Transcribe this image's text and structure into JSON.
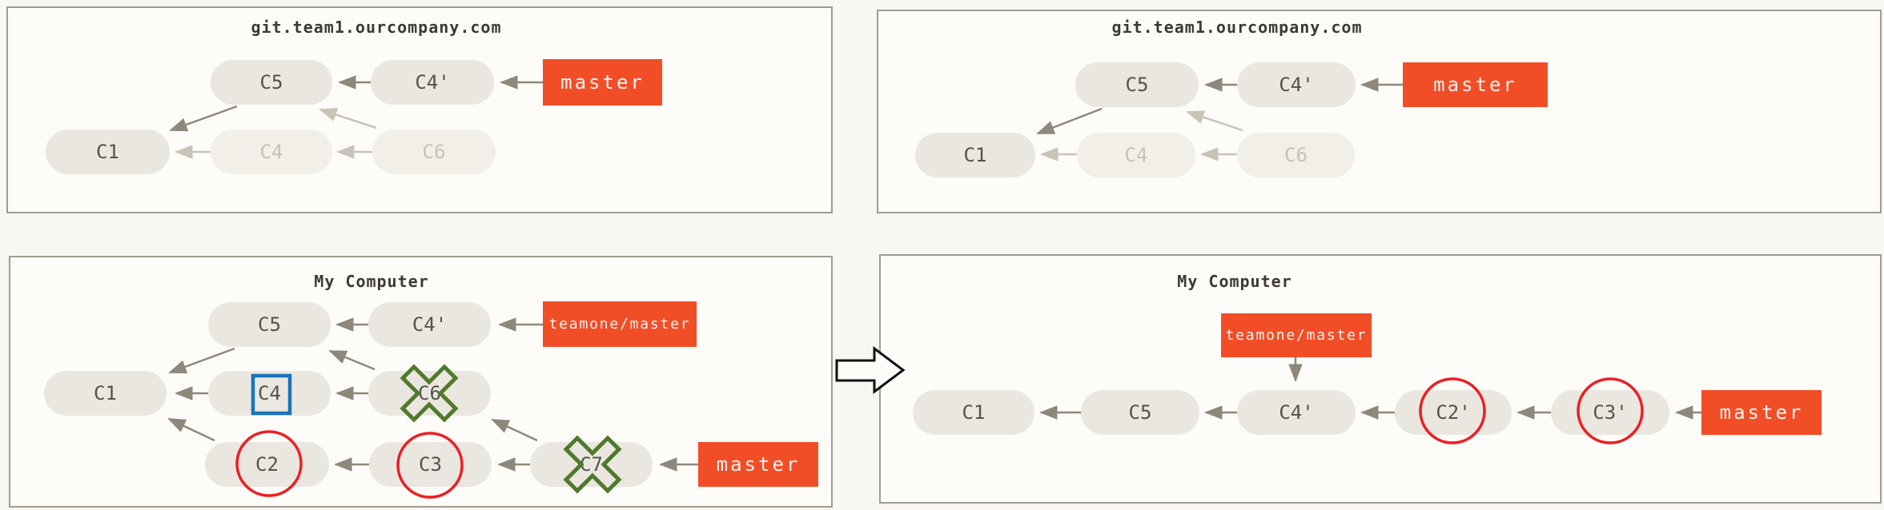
{
  "colors": {
    "accent_orange": "#f14e28",
    "annotation_red": "#ee1d23",
    "annotation_blue": "#1a72bd",
    "annotation_green": "#4f7a2b",
    "arrow_dark": "#8e887b",
    "arrow_faded": "#c9c4b8",
    "node_fill": "#e9e7df"
  },
  "panels": {
    "server_before": {
      "title": "git.team1.ourcompany.com",
      "nodes": {
        "c5": "C5",
        "c4p": "C4'",
        "c1": "C1",
        "c4": "C4",
        "c6": "C6"
      },
      "badges": {
        "master": "master"
      }
    },
    "server_after": {
      "title": "git.team1.ourcompany.com",
      "nodes": {
        "c5": "C5",
        "c4p": "C4'",
        "c1": "C1",
        "c4": "C4",
        "c6": "C6"
      },
      "badges": {
        "master": "master"
      }
    },
    "local_before": {
      "title": "My Computer",
      "nodes": {
        "c5": "C5",
        "c4p": "C4'",
        "c1": "C1",
        "c4": "C4",
        "c6": "C6",
        "c2": "C2",
        "c3": "C3",
        "c7": "C7"
      },
      "badges": {
        "teamone_master": "teamone/master",
        "master": "master"
      }
    },
    "local_after": {
      "title": "My Computer",
      "nodes": {
        "c1": "C1",
        "c5": "C5",
        "c4p": "C4'",
        "c2p": "C2'",
        "c3p": "C3'"
      },
      "badges": {
        "teamone_master": "teamone/master",
        "master": "master"
      }
    }
  }
}
